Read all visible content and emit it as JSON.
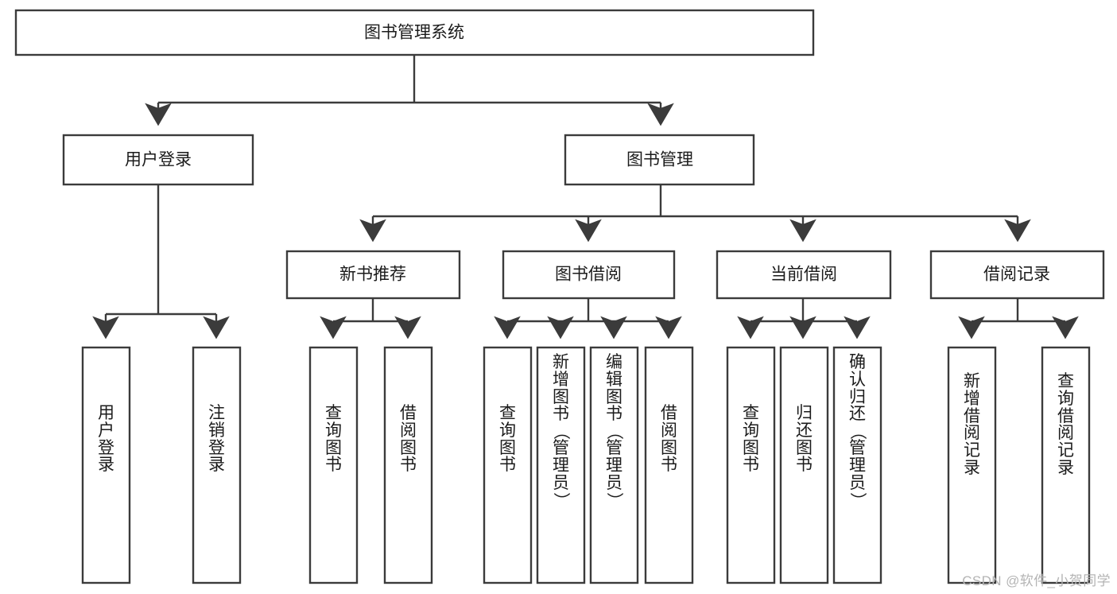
{
  "diagram": {
    "type": "tree",
    "title": "图书管理系统",
    "orientation": "top-down",
    "colors": {
      "box_stroke": "#3b3b3b",
      "box_fill": "#ffffff",
      "connector": "#3b3b3b",
      "text": "#1b1b1b",
      "watermark": "#b4b4b4",
      "background": "#ffffff"
    },
    "root": {
      "label": "图书管理系统"
    },
    "level2": [
      {
        "label": "用户登录"
      },
      {
        "label": "图书管理"
      }
    ],
    "level3": [
      {
        "label": "新书推荐"
      },
      {
        "label": "图书借阅"
      },
      {
        "label": "当前借阅"
      },
      {
        "label": "借阅记录"
      }
    ],
    "leaves": {
      "user_login": [
        {
          "label": "用户登录"
        },
        {
          "label": "注销登录"
        }
      ],
      "new_book_recommend": [
        {
          "label": "查询图书"
        },
        {
          "label": "借阅图书"
        }
      ],
      "book_borrow": [
        {
          "label": "查询图书"
        },
        {
          "label": "新增图书（管理员）"
        },
        {
          "label": "编辑图书（管理员）"
        },
        {
          "label": "借阅图书"
        }
      ],
      "current_borrow": [
        {
          "label": "查询图书"
        },
        {
          "label": "归还图书"
        },
        {
          "label": "确认归还（管理员）"
        }
      ],
      "borrow_record": [
        {
          "label": "新增借阅记录"
        },
        {
          "label": "查询借阅记录"
        }
      ]
    },
    "watermark": "CSDN @软件_小贺同学"
  }
}
